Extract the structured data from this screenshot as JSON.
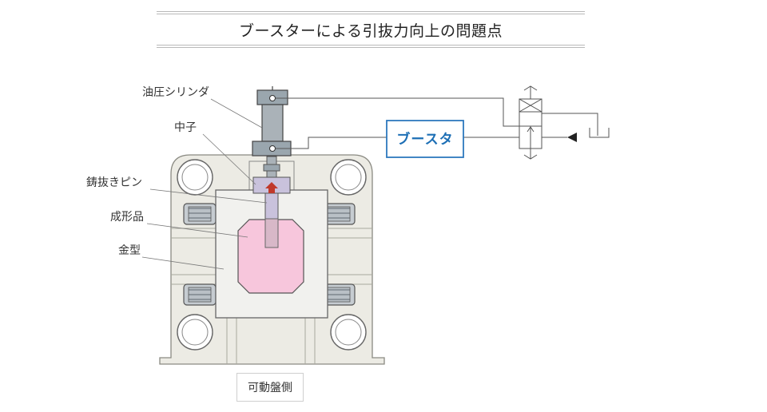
{
  "title": "ブースターによる引抜力向上の問題点",
  "labels": {
    "cylinder": "油圧シリンダ",
    "core": "中子",
    "pin": "鋳抜きピン",
    "product": "成形品",
    "mold": "金型"
  },
  "booster": "ブースタ",
  "side_label": "可動盤側",
  "colors": {
    "booster_text": "#1d6fb5",
    "arrow": "#c0392b",
    "product_fill": "#f7c6dc",
    "core_fill": "#c9c2dc",
    "cylinder_fill": "#9aa6ae"
  }
}
